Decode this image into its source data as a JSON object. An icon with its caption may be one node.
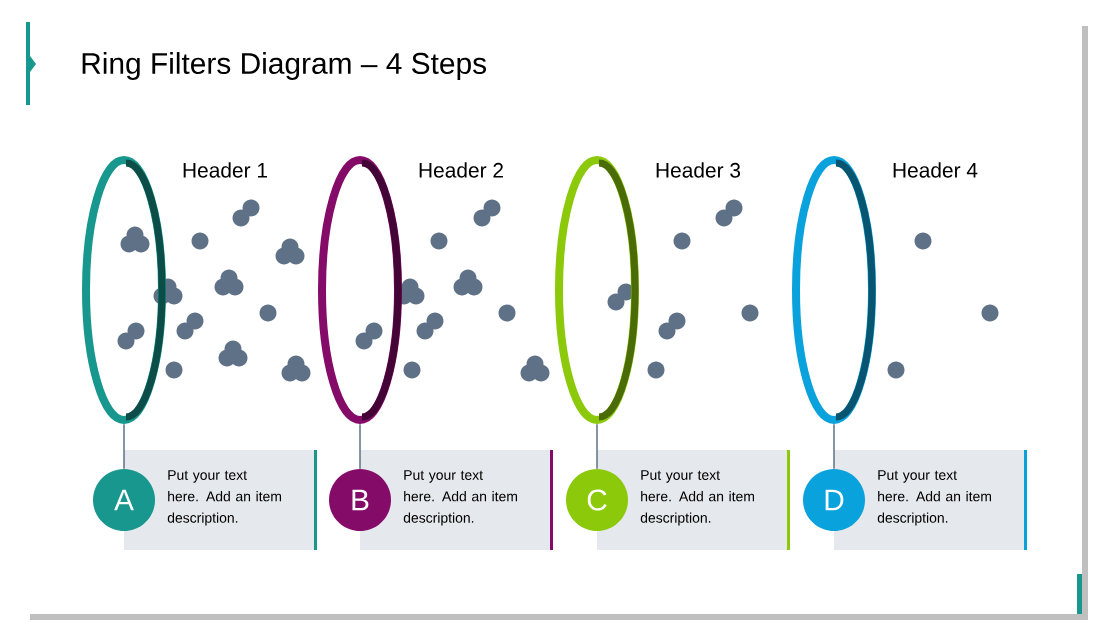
{
  "diagram": {
    "title": "Ring Filters Diagram – 4 Steps",
    "nodes": [
      {
        "text": [
          "Header 1"
        ]
      },
      {
        "text": [
          "A"
        ]
      },
      {
        "text": [
          "Put your text here. Add an item description."
        ]
      },
      {
        "text": [
          "Header 2"
        ]
      },
      {
        "text": [
          "B"
        ]
      },
      {
        "text": [
          "Put your text here. Add an item description."
        ]
      },
      {
        "text": [
          "Header 3"
        ]
      },
      {
        "text": [
          "C"
        ]
      },
      {
        "text": [
          "Put your text here. Add an item description."
        ]
      },
      {
        "text": [
          "Header 4"
        ]
      },
      {
        "text": [
          "D"
        ]
      },
      {
        "text": [
          "Put your text here. Add an item description."
        ]
      }
    ],
    "edges": [
      {
        "from": 0,
        "to": 1,
        "arrow": "none"
      },
      {
        "from": 3,
        "to": 4,
        "arrow": "none"
      },
      {
        "from": 6,
        "to": 7,
        "arrow": "none"
      },
      {
        "from": 9,
        "to": 10,
        "arrow": "none"
      }
    ]
  }
}
